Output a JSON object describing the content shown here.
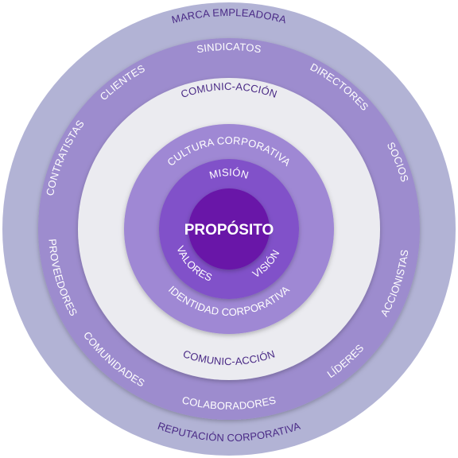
{
  "rings": {
    "outer": {
      "color": "#b2b3d5",
      "top_label": "MARCA EMPLEADORA",
      "bottom_label": "REPUTACIÓN CORPORATIVA",
      "text_color": "#4a2a86"
    },
    "stakeholders": {
      "color": "#9d8cce",
      "text_color": "#ffffff",
      "labels": {
        "top": "SINDICATOS",
        "upper_left": "CLIENTES",
        "upper_right": "DIRECTORES",
        "left_upper": "CONTRATISTAS",
        "right_upper": "SOCIOS",
        "left_lower": "PROVEEDORES",
        "right_lower": "ACCIONISTAS",
        "lower_left": "COMUNIDADES",
        "lower_right": "LÍDERES",
        "bottom": "COLABORADORES"
      }
    },
    "communication": {
      "color": "#ebebf0",
      "text_color": "#4a2a86",
      "top_label": "COMUNIC-ACCIÓN",
      "bottom_label": "COMUNIC-ACCIÓN"
    },
    "culture": {
      "color": "#9f88d4",
      "text_color": "#ffffff",
      "top_label": "CULTURA CORPORATIVA",
      "bottom_label": "IDENTIDAD CORPORATIVA"
    },
    "values": {
      "color": "#8151c9",
      "text_color": "#ffffff",
      "top_label": "MISIÓN",
      "left_label": "VALORES",
      "right_label": "VISIÓN"
    },
    "core": {
      "color": "#6916a8",
      "text_color": "#ffffff",
      "label": "PROPÓSITO"
    }
  }
}
